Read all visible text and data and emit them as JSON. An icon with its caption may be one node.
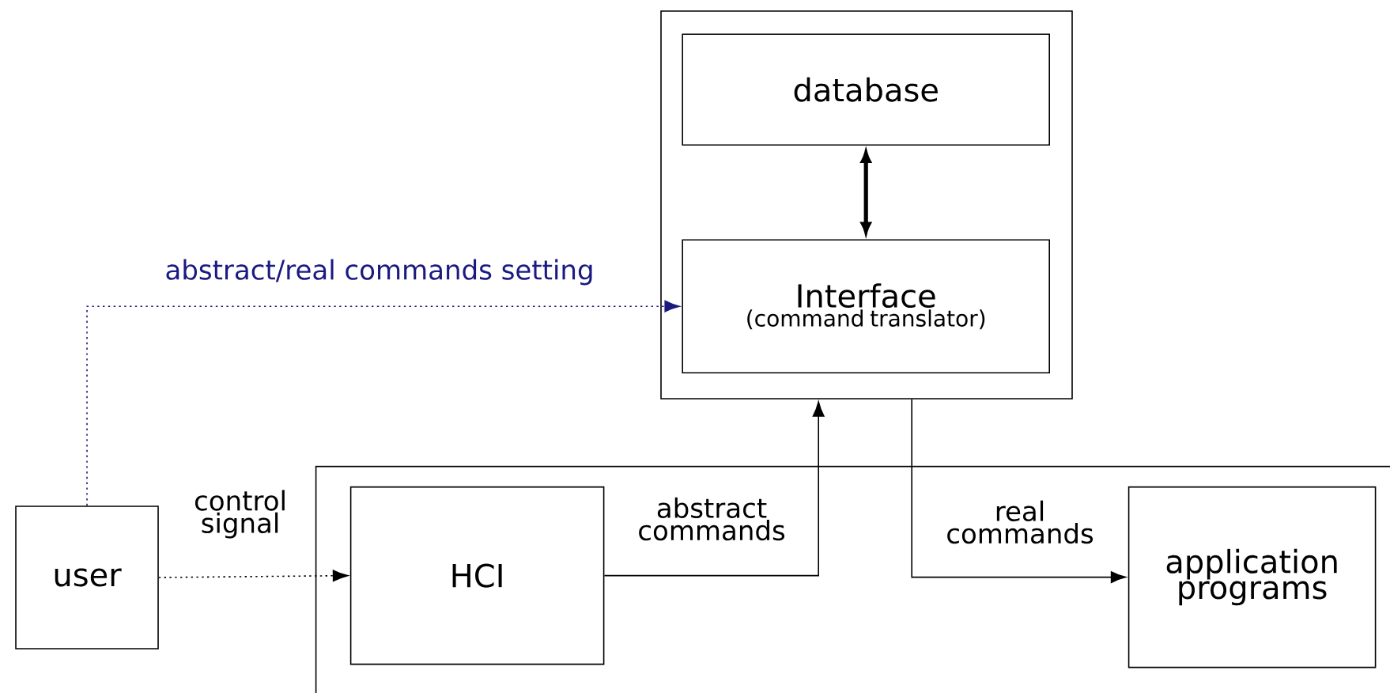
{
  "diagram": {
    "nodes": [
      {
        "text": [],
        "shape": "box"
      },
      {
        "text": [
          "database"
        ],
        "in": 0
      },
      {
        "text": [
          "Interface",
          "(command translator)"
        ],
        "in": 0
      },
      {
        "text": [
          "user"
        ]
      },
      {
        "text": [],
        "shape": "box"
      },
      {
        "text": [
          "HCI"
        ],
        "in": 4
      },
      {
        "text": [
          "application programs"
        ],
        "in": 4
      }
    ],
    "edges": [
      {
        "from": 1,
        "to": 2,
        "arrow": "both",
        "style": "thick"
      },
      {
        "from": 3,
        "to": 2,
        "arrow": "to",
        "style": "dashed",
        "color": "#1a1a80",
        "label": "abstract/real commands setting"
      },
      {
        "from": 3,
        "to": 5,
        "arrow": "to",
        "style": "dashed",
        "label": "control signal"
      },
      {
        "from": 5,
        "to": 0,
        "arrow": "to",
        "label": "abstract commands"
      },
      {
        "from": 0,
        "to": 6,
        "arrow": "to",
        "label": "real commands"
      }
    ]
  }
}
